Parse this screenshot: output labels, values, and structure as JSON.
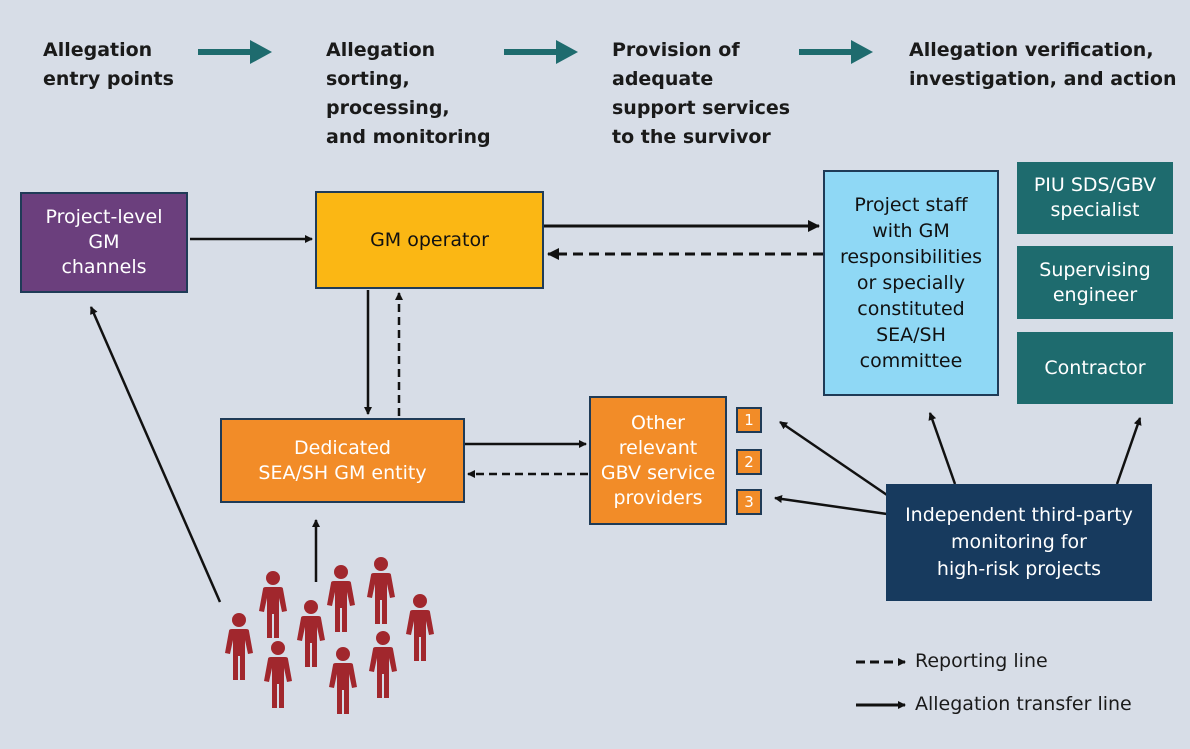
{
  "stages": [
    "Allegation\nentry points",
    "Allegation\nsorting,\nprocessing,\nand monitoring",
    "Provision of\nadequate\nsupport services\nto the survivor",
    "Allegation verification,\ninvestigation, and action"
  ],
  "boxes": {
    "gm_channels": "Project-level\nGM\nchannels",
    "gm_operator": "GM operator",
    "project_staff": "Project staff\nwith GM\nresponsibilities\nor specially\nconstituted\nSEA/SH\ncommittee",
    "piu_specialist": "PIU SDS/GBV\nspecialist",
    "supervising_engineer": "Supervising\nengineer",
    "contractor": "Contractor",
    "sea_sh_entity": "Dedicated\nSEA/SH GM entity",
    "gbv_providers": "Other\nrelevant\nGBV service\nproviders",
    "third_party": "Independent third-party\nmonitoring for\nhigh-risk projects"
  },
  "provider_numbers": [
    "1",
    "2",
    "3"
  ],
  "legend": {
    "reporting": "Reporting line",
    "transfer": "Allegation transfer line"
  },
  "colors": {
    "background": "#d7dde7",
    "stage_arrow": "#1e6b6e",
    "gm_channels": "#6b3f7d",
    "gm_operator": "#fbb714",
    "project_staff": "#8fd8f5",
    "verification_teal": "#1e6b6e",
    "orange": "#f28c28",
    "third_party": "#173a5e",
    "people": "#a1272d"
  },
  "icons": [
    "stage-arrow-icon",
    "person-icon"
  ]
}
